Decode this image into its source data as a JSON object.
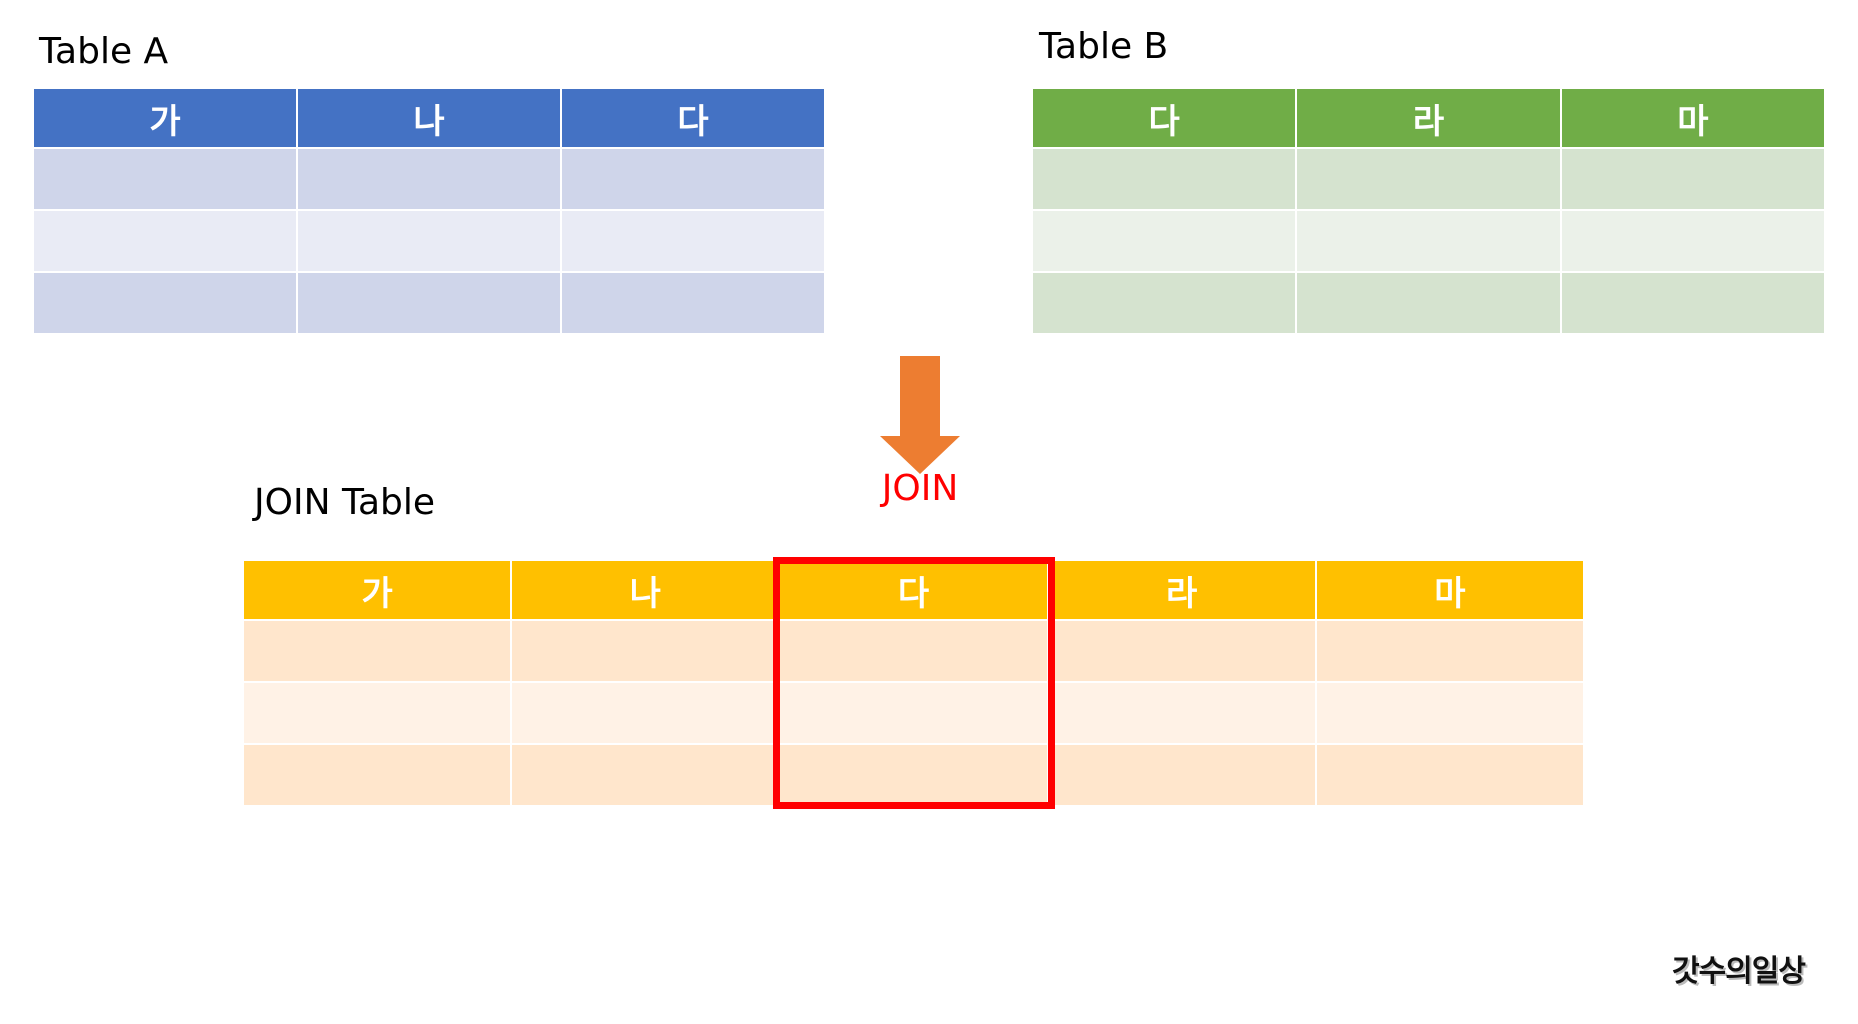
{
  "table_a": {
    "title": "Table A",
    "headers": [
      "가",
      "나",
      "다"
    ],
    "colors": {
      "header": "#4472c4",
      "row_dark": "#cfd5ea",
      "row_light": "#e9ebf5"
    }
  },
  "table_b": {
    "title": "Table B",
    "headers": [
      "다",
      "라",
      "마"
    ],
    "colors": {
      "header": "#70ad47",
      "row_dark": "#d5e3cf",
      "row_light": "#ebf1e9"
    }
  },
  "join_label": "JOIN",
  "join_arrow_color": "#ed7d31",
  "join_table": {
    "title": "JOIN Table",
    "headers": [
      "가",
      "나",
      "다",
      "라",
      "마"
    ],
    "highlighted_column": "다",
    "highlight_color": "#ff0000",
    "colors": {
      "header": "#ffc000",
      "row_dark": "#ffe6cc",
      "row_light": "#fff2e6"
    }
  },
  "watermark": "갓수의일상"
}
